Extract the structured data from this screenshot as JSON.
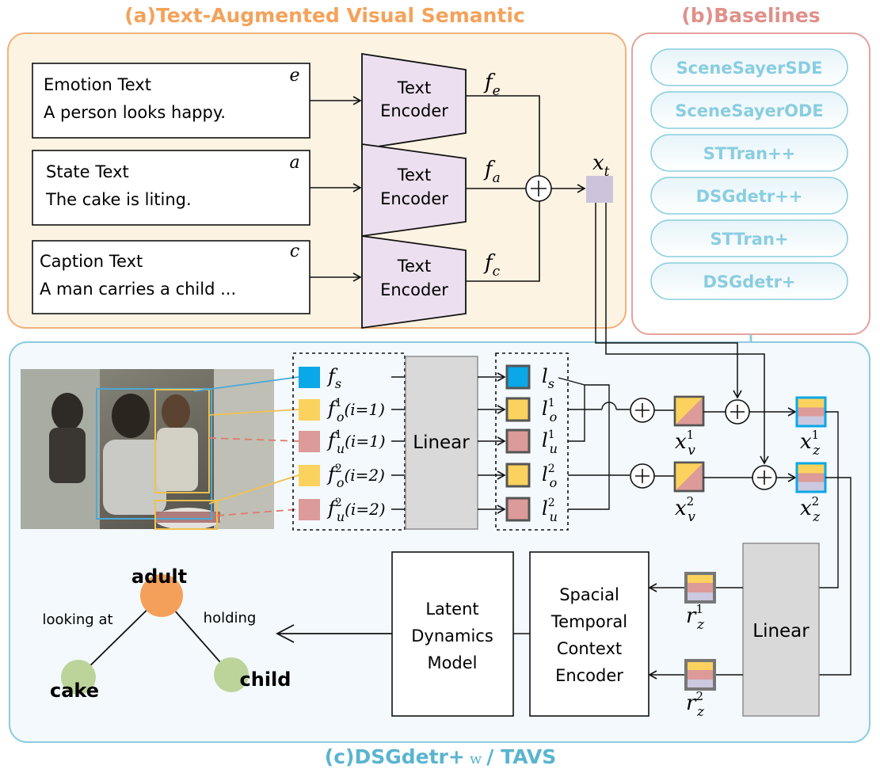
{
  "titles": {
    "panel_a": "(a)Text-Augmented Visual Semantic",
    "panel_b": "(b)Baselines",
    "panel_c_main": "(c)DSGdetr+",
    "panel_c_w": "w",
    "panel_c_tail": "/ TAVS"
  },
  "colors": {
    "panel_a_title": "#f4a25a",
    "panel_a_border": "#f2b27b",
    "panel_a_bg": "#fdf3e3",
    "panel_b_title": "#e0908a",
    "panel_b_border": "#e4a39e",
    "panel_c_title": "#5ab4cf",
    "panel_c_border": "#8ecbdf",
    "panel_c_bg": "#f3f9fc",
    "encoder_fill": "#ecdfef",
    "pill_text": "#89cde0",
    "subject_box": "#4aa9d8",
    "object_box": "#f2c14e",
    "relation_box": "#e07a6b",
    "swatch_s": "#0aa8e8",
    "swatch_o": "#fbd25d",
    "swatch_u": "#dc9a98",
    "xt_box": "#cdc4dc",
    "linear_fill": "#d9d9d9",
    "node_adult": "#f4a05a",
    "node_leaf": "#bcd49a"
  },
  "panel_a": {
    "texts": [
      {
        "title": "Emotion Text",
        "body": "A person looks happy.",
        "tag": "e"
      },
      {
        "title": "State Text",
        "body": "The cake is liting.",
        "tag": "a"
      },
      {
        "title": "Caption Text",
        "body": "A man carries a child ...",
        "tag": "c"
      }
    ],
    "encoder_label_line1": "Text",
    "encoder_label_line2": "Encoder",
    "features": [
      "f",
      "f",
      "f"
    ],
    "feature_subs": [
      "e",
      "a",
      "c"
    ],
    "xt": "x",
    "xt_sub": "t",
    "plus": "+"
  },
  "panel_b": {
    "baselines": [
      "SceneSayerSDE",
      "SceneSayerODE",
      "STTran++",
      "DSGdetr++",
      "STTran+",
      "DSGdetr+"
    ]
  },
  "panel_c": {
    "inputs": [
      {
        "base": "f",
        "sup": "",
        "sub": "s",
        "tail": ""
      },
      {
        "base": "f",
        "sup": "1",
        "sub": "o",
        "tail": "(i=1)"
      },
      {
        "base": "f",
        "sup": "1",
        "sub": "u",
        "tail": "(i=1)"
      },
      {
        "base": "f",
        "sup": "2",
        "sub": "o",
        "tail": "(i=2)"
      },
      {
        "base": "f",
        "sup": "2",
        "sub": "u",
        "tail": "(i=2)"
      }
    ],
    "linear_label": "Linear",
    "outputs": [
      {
        "base": "l",
        "sup": "",
        "sub": "s"
      },
      {
        "base": "l",
        "sup": "1",
        "sub": "o"
      },
      {
        "base": "l",
        "sup": "1",
        "sub": "u"
      },
      {
        "base": "l",
        "sup": "2",
        "sub": "o"
      },
      {
        "base": "l",
        "sup": "2",
        "sub": "u"
      }
    ],
    "xv": [
      {
        "base": "x",
        "sup": "1",
        "sub": "v"
      },
      {
        "base": "x",
        "sup": "2",
        "sub": "v"
      }
    ],
    "xz": [
      {
        "base": "x",
        "sup": "1",
        "sub": "z"
      },
      {
        "base": "x",
        "sup": "2",
        "sub": "z"
      }
    ],
    "rz": [
      {
        "base": "r",
        "sup": "1",
        "sub": "z"
      },
      {
        "base": "r",
        "sup": "2",
        "sub": "z"
      }
    ],
    "linear2_label": "Linear",
    "stce_lines": [
      "Spacial",
      "Temporal",
      "Context",
      "Encoder"
    ],
    "ldm_lines": [
      "Latent",
      "Dynamics",
      "Model"
    ],
    "graph": {
      "nodes": [
        "adult",
        "cake",
        "child"
      ],
      "edges": [
        "looking at",
        "holding"
      ]
    }
  }
}
